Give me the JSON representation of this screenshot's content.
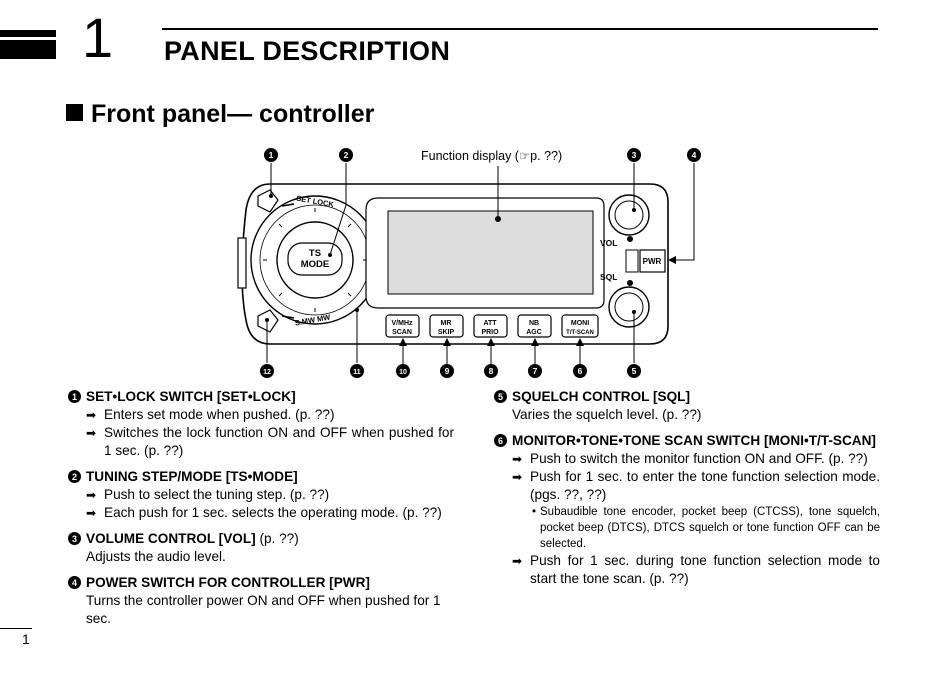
{
  "header": {
    "chapter_number": "1",
    "chapter_title": "PANEL DESCRIPTION"
  },
  "section_title": "Front panel— controller",
  "diagram": {
    "function_display_label": "Function display (☞p. ??)",
    "callouts": [
      "1",
      "2",
      "3",
      "4",
      "5",
      "6",
      "7",
      "8",
      "9",
      "10",
      "11",
      "12"
    ],
    "ring_top_label": "SET LOCK",
    "ring_bottom_label": "S.MW MW",
    "center_button": [
      "TS",
      "MODE"
    ],
    "vol_label": "VOL",
    "sql_label": "SQL",
    "pwr_label": "PWR",
    "buttons": [
      [
        "V/MHz",
        "SCAN"
      ],
      [
        "MR",
        "SKIP"
      ],
      [
        "ATT",
        "PRIO"
      ],
      [
        "NB",
        "AGC"
      ],
      [
        "MONI",
        "T/T-SCAN"
      ]
    ]
  },
  "items_left": [
    {
      "num": "1",
      "title": "SET•LOCK SWITCH [SET•LOCK]",
      "bullets": [
        "Enters set mode when pushed. (p. ??)",
        "Switches the lock function ON and OFF when pushed for 1 sec. (p. ??)"
      ]
    },
    {
      "num": "2",
      "title": "TUNING STEP/MODE [TS•MODE]",
      "bullets": [
        "Push to select the tuning step. (p. ??)",
        "Each push for 1 sec. selects the operating mode. (p. ??)"
      ]
    },
    {
      "num": "3",
      "title": "VOLUME CONTROL [VOL]",
      "title_suffix": " (p. ??)",
      "text": "Adjusts the audio level."
    },
    {
      "num": "4",
      "title": "POWER SWITCH FOR CONTROLLER [PWR]",
      "text": "Turns the controller power ON and OFF when pushed for 1 sec."
    }
  ],
  "items_right": [
    {
      "num": "5",
      "title": "SQUELCH CONTROL [SQL]",
      "text": "Varies the squelch level. (p. ??)"
    },
    {
      "num": "6",
      "title": "MONITOR•TONE•TONE SCAN SWITCH [MONI•T/T-SCAN]",
      "bullets": [
        "Push to switch the monitor function ON and OFF. (p. ??)",
        "Push for 1 sec. to enter the tone function selection mode. (pgs. ??, ??)"
      ],
      "sub": "Subaudible tone encoder, pocket beep (CTCSS), tone squelch, pocket beep (DTCS), DTCS squelch or tone function OFF can be selected.",
      "bullet3": "Push for 1 sec. during tone function selection mode to start the tone scan. (p. ??)"
    }
  ],
  "footer": {
    "page_number": "1"
  }
}
